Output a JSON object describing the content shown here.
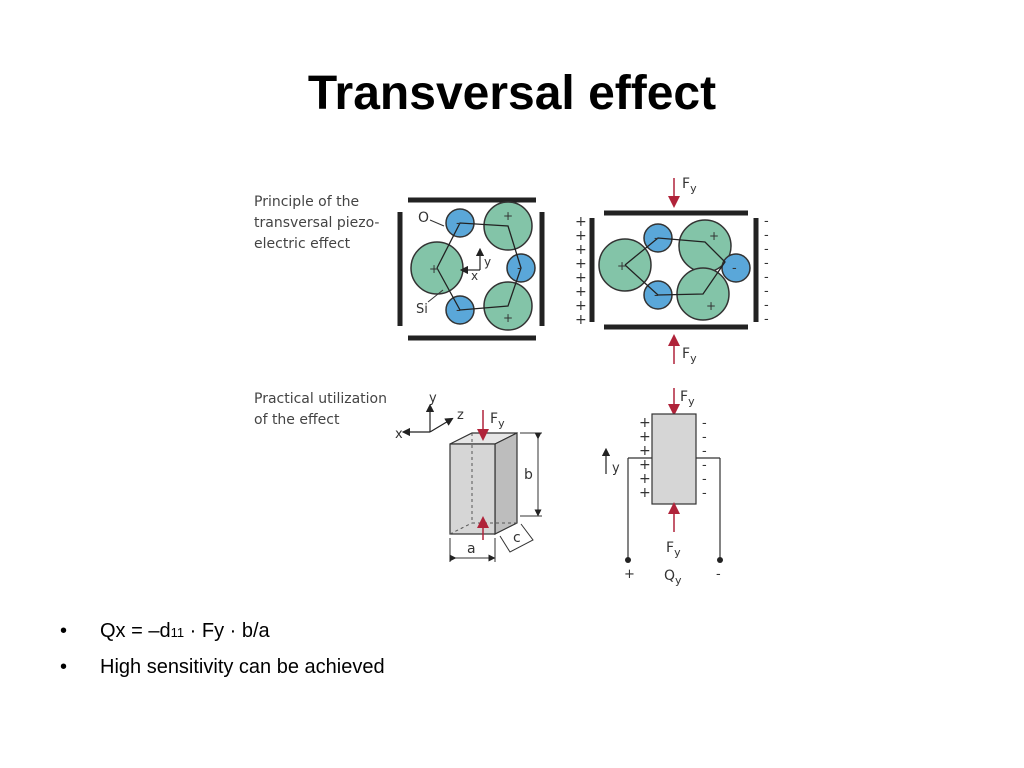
{
  "title": "Transversal effect",
  "figure": {
    "caption_top": [
      "Principle of the",
      "transversal piezo-",
      "electric effect"
    ],
    "caption_bottom": [
      "Practical utilization",
      "of the effect"
    ],
    "atom_labels": {
      "oxygen": "O",
      "silicon": "Si"
    },
    "axes": {
      "x": "x",
      "y": "y",
      "z": "z"
    },
    "charges": {
      "plus": "+",
      "minus": "-"
    },
    "force": {
      "main": "F",
      "sub": "y"
    },
    "charge": {
      "main": "Q",
      "sub": "y"
    },
    "dims": {
      "a": "a",
      "b": "b",
      "c": "c"
    },
    "colors": {
      "oxygen_blue": "#5aa7d9",
      "silicon_green": "#83c4a8",
      "force_red": "#b0233a",
      "block_gray": "#d6d6d6"
    }
  },
  "bullets": [
    {
      "pre": "Qx = –d",
      "sub": "11",
      "post": " · Fy · b/a"
    },
    {
      "text": "High sensitivity can be achieved"
    }
  ]
}
